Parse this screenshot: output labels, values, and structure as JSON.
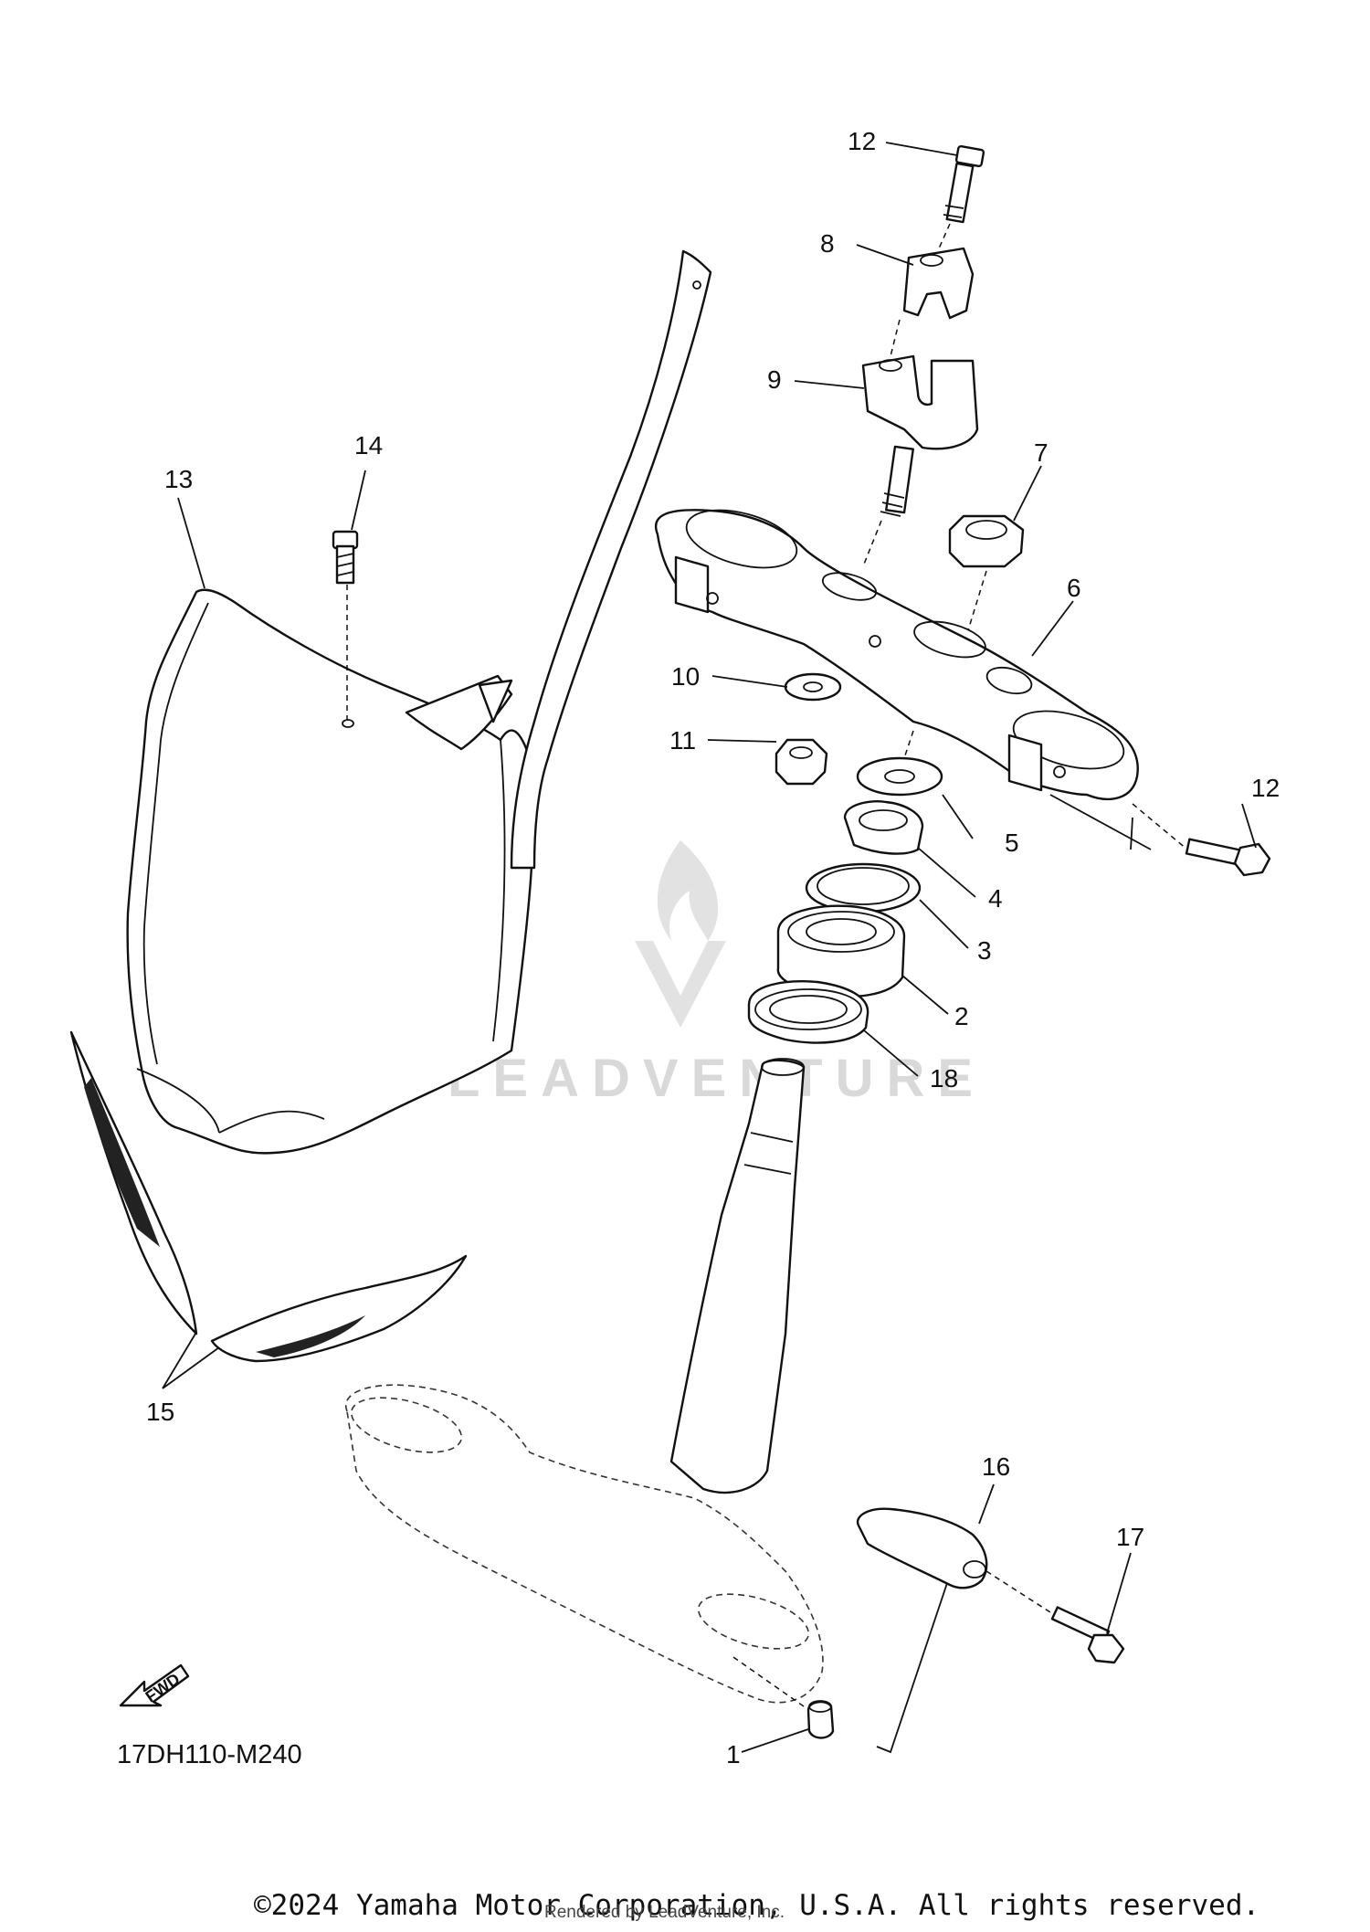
{
  "callouts": [
    {
      "id": "1",
      "label": "1"
    },
    {
      "id": "2",
      "label": "2"
    },
    {
      "id": "3",
      "label": "3"
    },
    {
      "id": "4",
      "label": "4"
    },
    {
      "id": "5",
      "label": "5"
    },
    {
      "id": "6",
      "label": "6"
    },
    {
      "id": "7",
      "label": "7"
    },
    {
      "id": "8",
      "label": "8"
    },
    {
      "id": "9",
      "label": "9"
    },
    {
      "id": "10",
      "label": "10"
    },
    {
      "id": "11",
      "label": "11"
    },
    {
      "id": "12a",
      "label": "12"
    },
    {
      "id": "12b",
      "label": "12"
    },
    {
      "id": "13",
      "label": "13"
    },
    {
      "id": "14",
      "label": "14"
    },
    {
      "id": "15",
      "label": "15"
    },
    {
      "id": "16",
      "label": "16"
    },
    {
      "id": "17",
      "label": "17"
    },
    {
      "id": "18",
      "label": "18"
    }
  ],
  "diagram_code": "17DH110-M240",
  "fwd_label": "FWD",
  "watermark": {
    "text": "LEADVENTURE"
  },
  "copyright": "©2024 Yamaha Motor Corporation, U.S.A. All rights reserved.",
  "rendered_by": "Rendered by LeadVenture, Inc.",
  "colors": {
    "line": "#111111",
    "watermark": "#d9d9d9",
    "background": "#ffffff"
  }
}
